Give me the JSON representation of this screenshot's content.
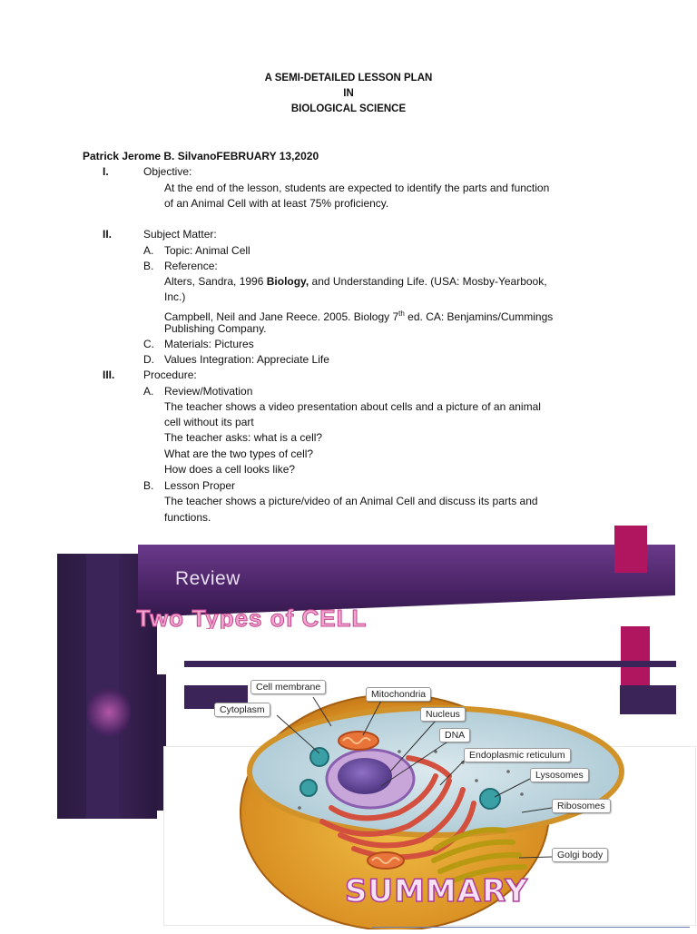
{
  "header": {
    "line1": "A SEMI-DETAILED LESSON PLAN",
    "line2": "IN",
    "line3": "BIOLOGICAL SCIENCE"
  },
  "author_line": "Patrick Jerome B. SilvanoFEBRUARY 13,2020",
  "sections": {
    "one_num": "I.",
    "one_title": "Objective:",
    "one_text_1": "At the end of the lesson, students are expected to identify the parts and function",
    "one_text_2": "of an Animal Cell with at least 75% proficiency.",
    "two_num": "II.",
    "two_title": "Subject Matter:",
    "a_letter": "A.",
    "a_text": "Topic: Animal Cell",
    "b_letter": "B.",
    "b_text": "Reference:",
    "ref1_pre": "Alters, Sandra, 1996 ",
    "ref1_bold": "Biology,",
    "ref1_post": " and Understanding Life. (USA: Mosby-Yearbook,",
    "ref1_line2": "Inc.)",
    "ref2_pre": "Campbell, Neil and Jane Reece. 2005. Biology 7",
    "ref2_sup": "th",
    "ref2_post": " ed. CA: Benjamins/Cummings",
    "ref2_line2": "Publishing Company.",
    "c_letter": "C.",
    "c_text": "Materials: Pictures",
    "d_letter": "D.",
    "d_text": "Values Integration: Appreciate Life",
    "three_num": "III.",
    "three_title": "Procedure:",
    "pa_letter": "A.",
    "pa_title": "Review/Motivation",
    "pa_1": "The teacher shows a video presentation about cells and a picture of an animal",
    "pa_2": "cell without its part",
    "pa_3": "The teacher asks: what is a cell?",
    "pa_4": "What are the two types of cell?",
    "pa_5": "How does a cell looks like?",
    "pb_letter": "B.",
    "pb_title": "Lesson Proper",
    "pb_1": "The teacher shows a picture/video of an Animal Cell and discuss its parts and",
    "pb_2": "functions."
  },
  "slides": {
    "review": "Review",
    "two_types": "Two Types of CELL",
    "summary": "SUMMARY"
  },
  "cell_labels": {
    "cell_membrane": "Cell membrane",
    "cytoplasm": "Cytoplasm",
    "mitochondria": "Mitochondria",
    "nucleus": "Nucleus",
    "dna": "DNA",
    "er": "Endoplasmic reticulum",
    "lysosomes": "Lysosomes",
    "ribosomes": "Ribosomes",
    "golgi": "Golgi body"
  },
  "colors": {
    "slide_purple": "#4a2466",
    "accent_pink": "#b0155f",
    "cell_outer": "#e6a531",
    "cytoplasm": "#c9dfe6",
    "nucleus": "#6a4aa0",
    "er": "#d9574a",
    "golgi": "#c9b21e"
  }
}
